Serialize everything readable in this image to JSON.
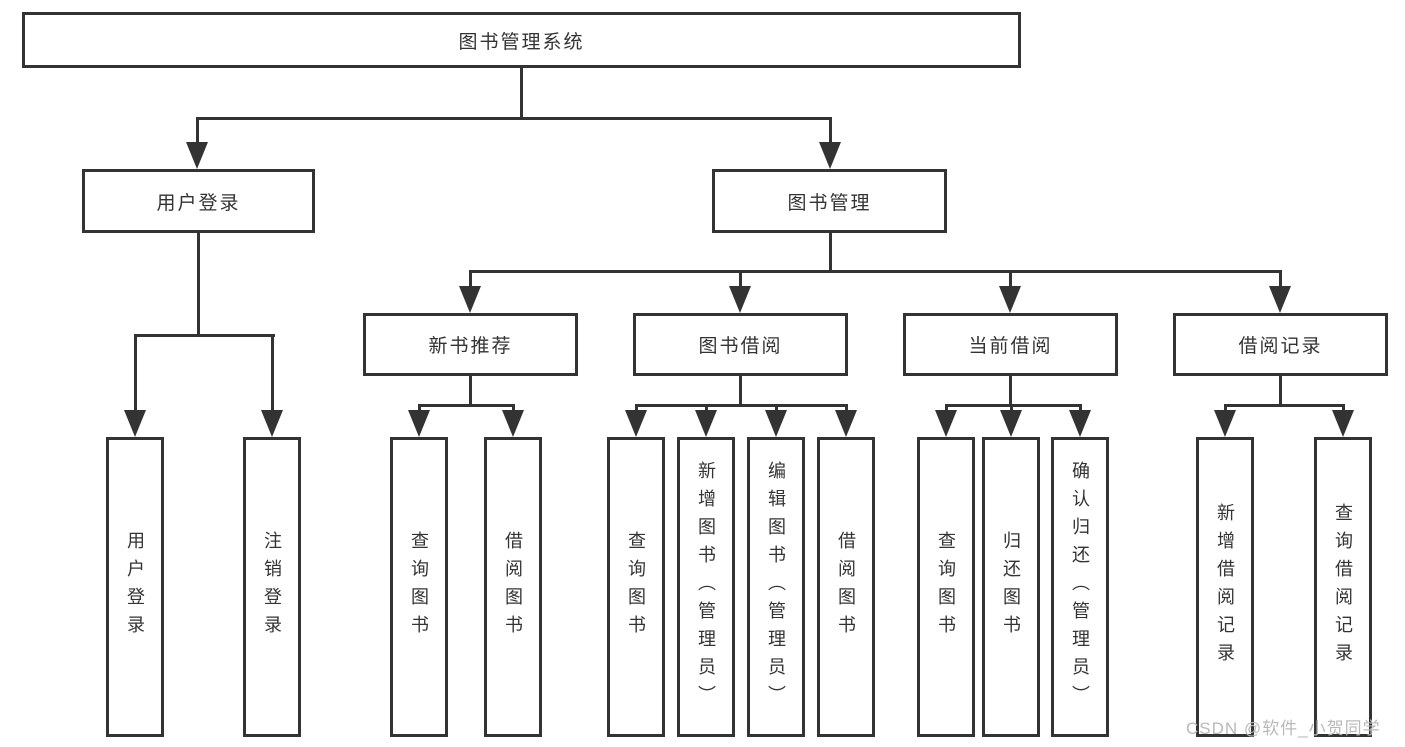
{
  "colors": {
    "line": "#333333",
    "text": "#333333",
    "bg": "#ffffff",
    "watermark": "#b9b9b9"
  },
  "tree": {
    "label": "图书管理系统",
    "children": [
      {
        "label": "用户登录",
        "children": [
          {
            "label": "用户登录"
          },
          {
            "label": "注销登录"
          }
        ]
      },
      {
        "label": "图书管理",
        "children": [
          {
            "label": "新书推荐",
            "children": [
              {
                "label": "查询图书"
              },
              {
                "label": "借阅图书"
              }
            ]
          },
          {
            "label": "图书借阅",
            "children": [
              {
                "label": "查询图书"
              },
              {
                "label": "新增图书（管理员）"
              },
              {
                "label": "编辑图书（管理员）"
              },
              {
                "label": "借阅图书"
              }
            ]
          },
          {
            "label": "当前借阅",
            "children": [
              {
                "label": "查询图书"
              },
              {
                "label": "归还图书"
              },
              {
                "label": "确认归还（管理员）"
              }
            ]
          },
          {
            "label": "借阅记录",
            "children": [
              {
                "label": "新增借阅记录"
              },
              {
                "label": "查询借阅记录"
              }
            ]
          }
        ]
      }
    ]
  },
  "watermark": {
    "text": "CSDN @软件_小贺同学"
  }
}
